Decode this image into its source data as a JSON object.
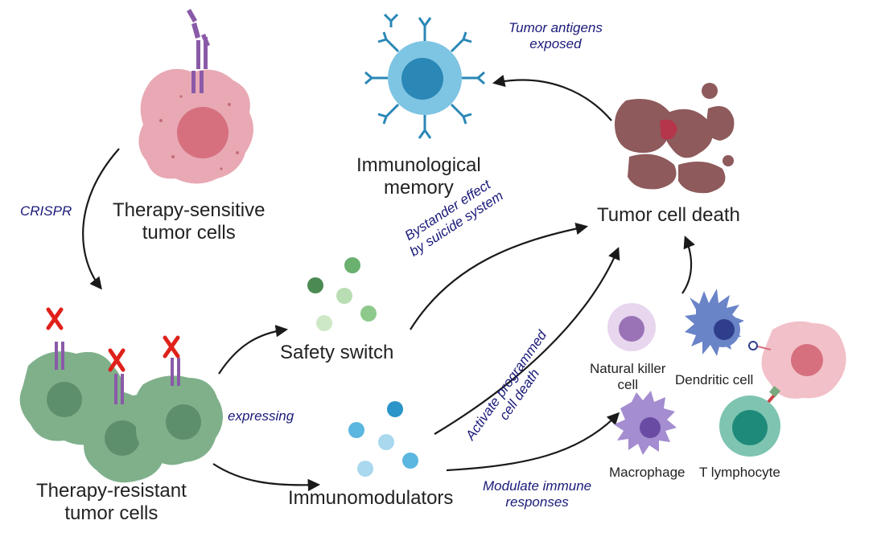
{
  "labels": {
    "sensitive": [
      "Therapy-sensitive",
      "tumor cells"
    ],
    "resistant": [
      "Therapy-resistant",
      "tumor cells"
    ],
    "safety_switch": "Safety switch",
    "immunomodulators": "Immunomodulators",
    "tumor_cell_death": "Tumor cell death",
    "memory": [
      "Immunological",
      "memory"
    ],
    "nk": [
      "Natural killer",
      "cell"
    ],
    "dendritic": "Dendritic cell",
    "macrophage": "Macrophage",
    "t_lymphocyte": "T lymphocyte"
  },
  "annotations": {
    "crispr": "CRISPR",
    "expressing": "expressing",
    "antigens": [
      "Tumor antigens",
      "exposed"
    ],
    "bystander": [
      "Bystander effect",
      "by suicide system"
    ],
    "programmed": [
      "Activate programmed",
      "cell death"
    ],
    "modulate": [
      "Modulate immune",
      "responses"
    ]
  },
  "colors": {
    "sensitive_cell": "#e8a9b4",
    "resistant_cell": "#7fb08a",
    "memory_cell": "#7ec4e3",
    "dead_cell": "#8e5a5c",
    "receptor": "#8a5aa8",
    "knockout_x": "#e0201a",
    "annotation_text": "#1a1a7a"
  }
}
